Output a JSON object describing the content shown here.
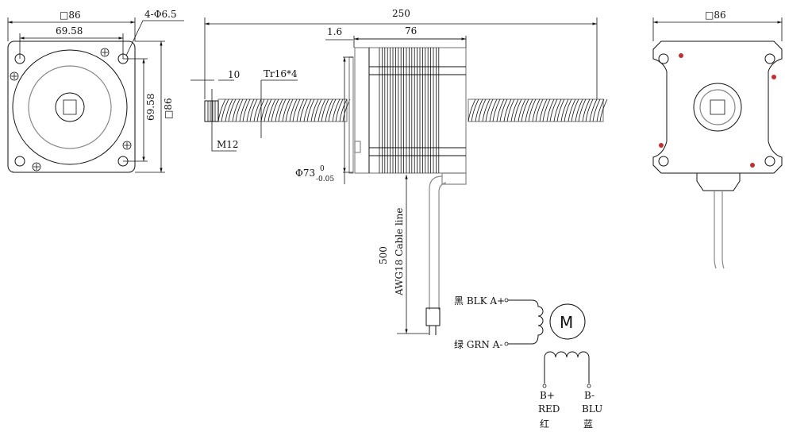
{
  "front_view": {
    "square_size": "□86",
    "hole_spacing_h": "69.58",
    "holes": "4-Φ6.5",
    "hole_spacing_v": "69.58",
    "square_size_v": "□86"
  },
  "side_view": {
    "total_length": "250",
    "flange_thickness": "1.6",
    "body_length": "76",
    "nut_length": "10",
    "screw_thread": "Tr16*4",
    "nut_thread": "M12",
    "pilot_diameter": "Φ73",
    "tol_upper": "0",
    "tol_lower": "-0.05",
    "cable_length": "500",
    "cable_spec": "AWG18 Cable line"
  },
  "rear_view": {
    "square_size": "□86"
  },
  "wiring": {
    "a_plus": "黑 BLK A+",
    "a_minus": "绿 GRN A-",
    "motor": "M",
    "b_plus": "B+",
    "b_plus_color": "RED",
    "b_plus_cn": "红",
    "b_minus": "B-",
    "b_minus_color": "BLU",
    "b_minus_cn": "蓝"
  },
  "colors": {
    "line": "#111111",
    "red_dot": "#c03030"
  }
}
